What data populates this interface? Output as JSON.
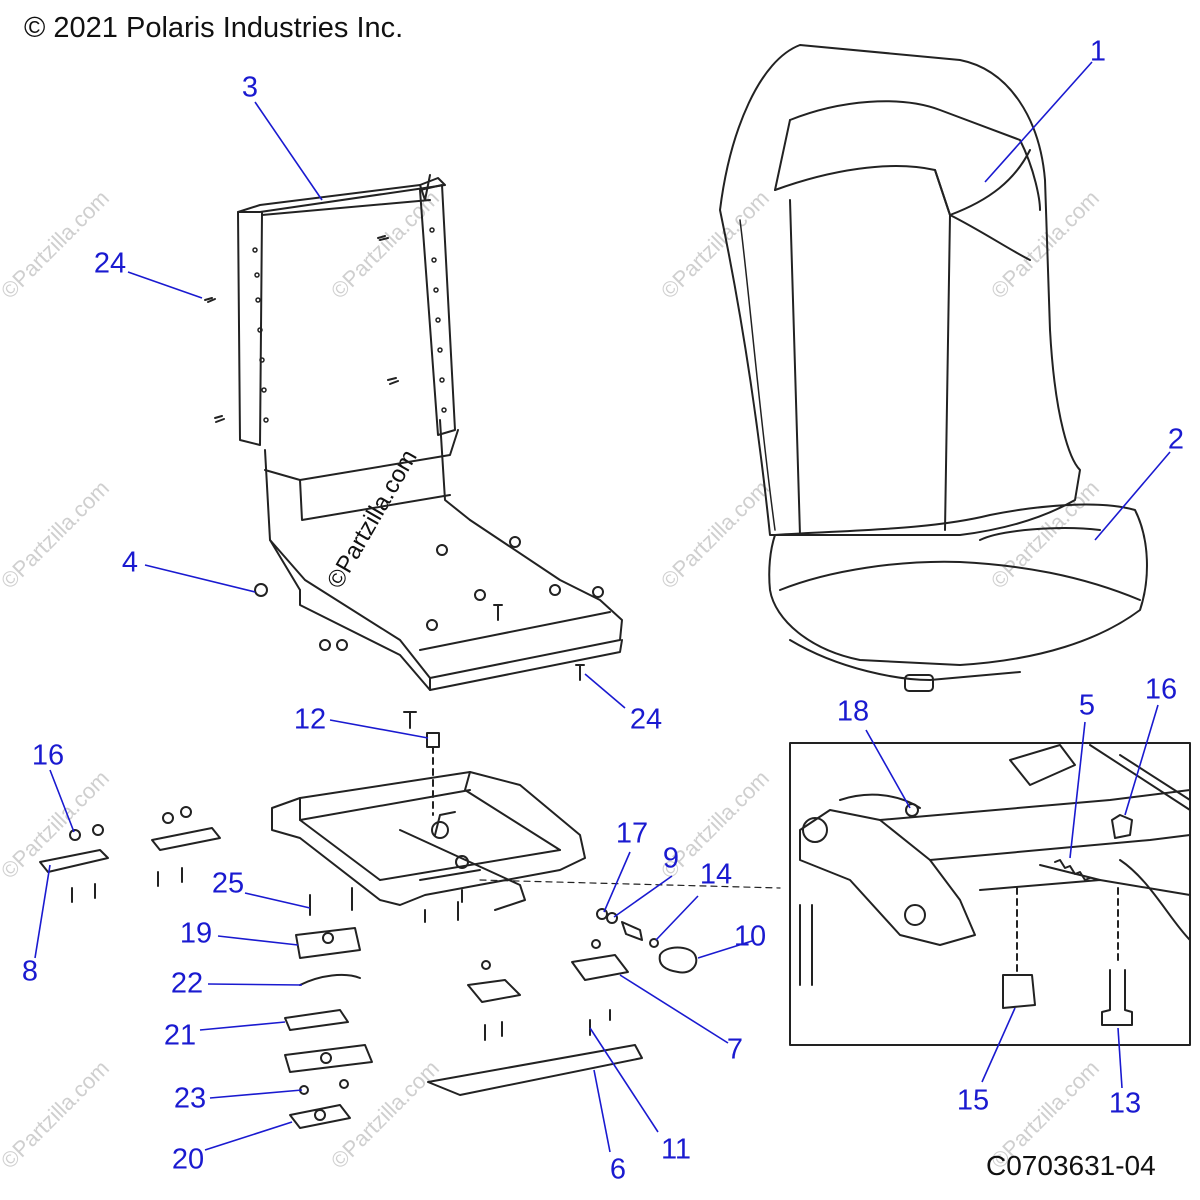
{
  "copyright": "© 2021 Polaris Industries Inc.",
  "figure_id": "C0703631-04",
  "watermark": "©Partzilla.com",
  "callouts": [
    "1",
    "2",
    "3",
    "24",
    "4",
    "24",
    "12",
    "16",
    "8",
    "25",
    "19",
    "22",
    "21",
    "23",
    "20",
    "17",
    "9",
    "14",
    "10",
    "7",
    "6",
    "11",
    "18",
    "5",
    "16",
    "15",
    "13"
  ],
  "colors": {
    "callout": "#1a1ad0",
    "leader": "#1a1ad0",
    "linework": "#222222",
    "watermark": "#c8c8c8"
  }
}
